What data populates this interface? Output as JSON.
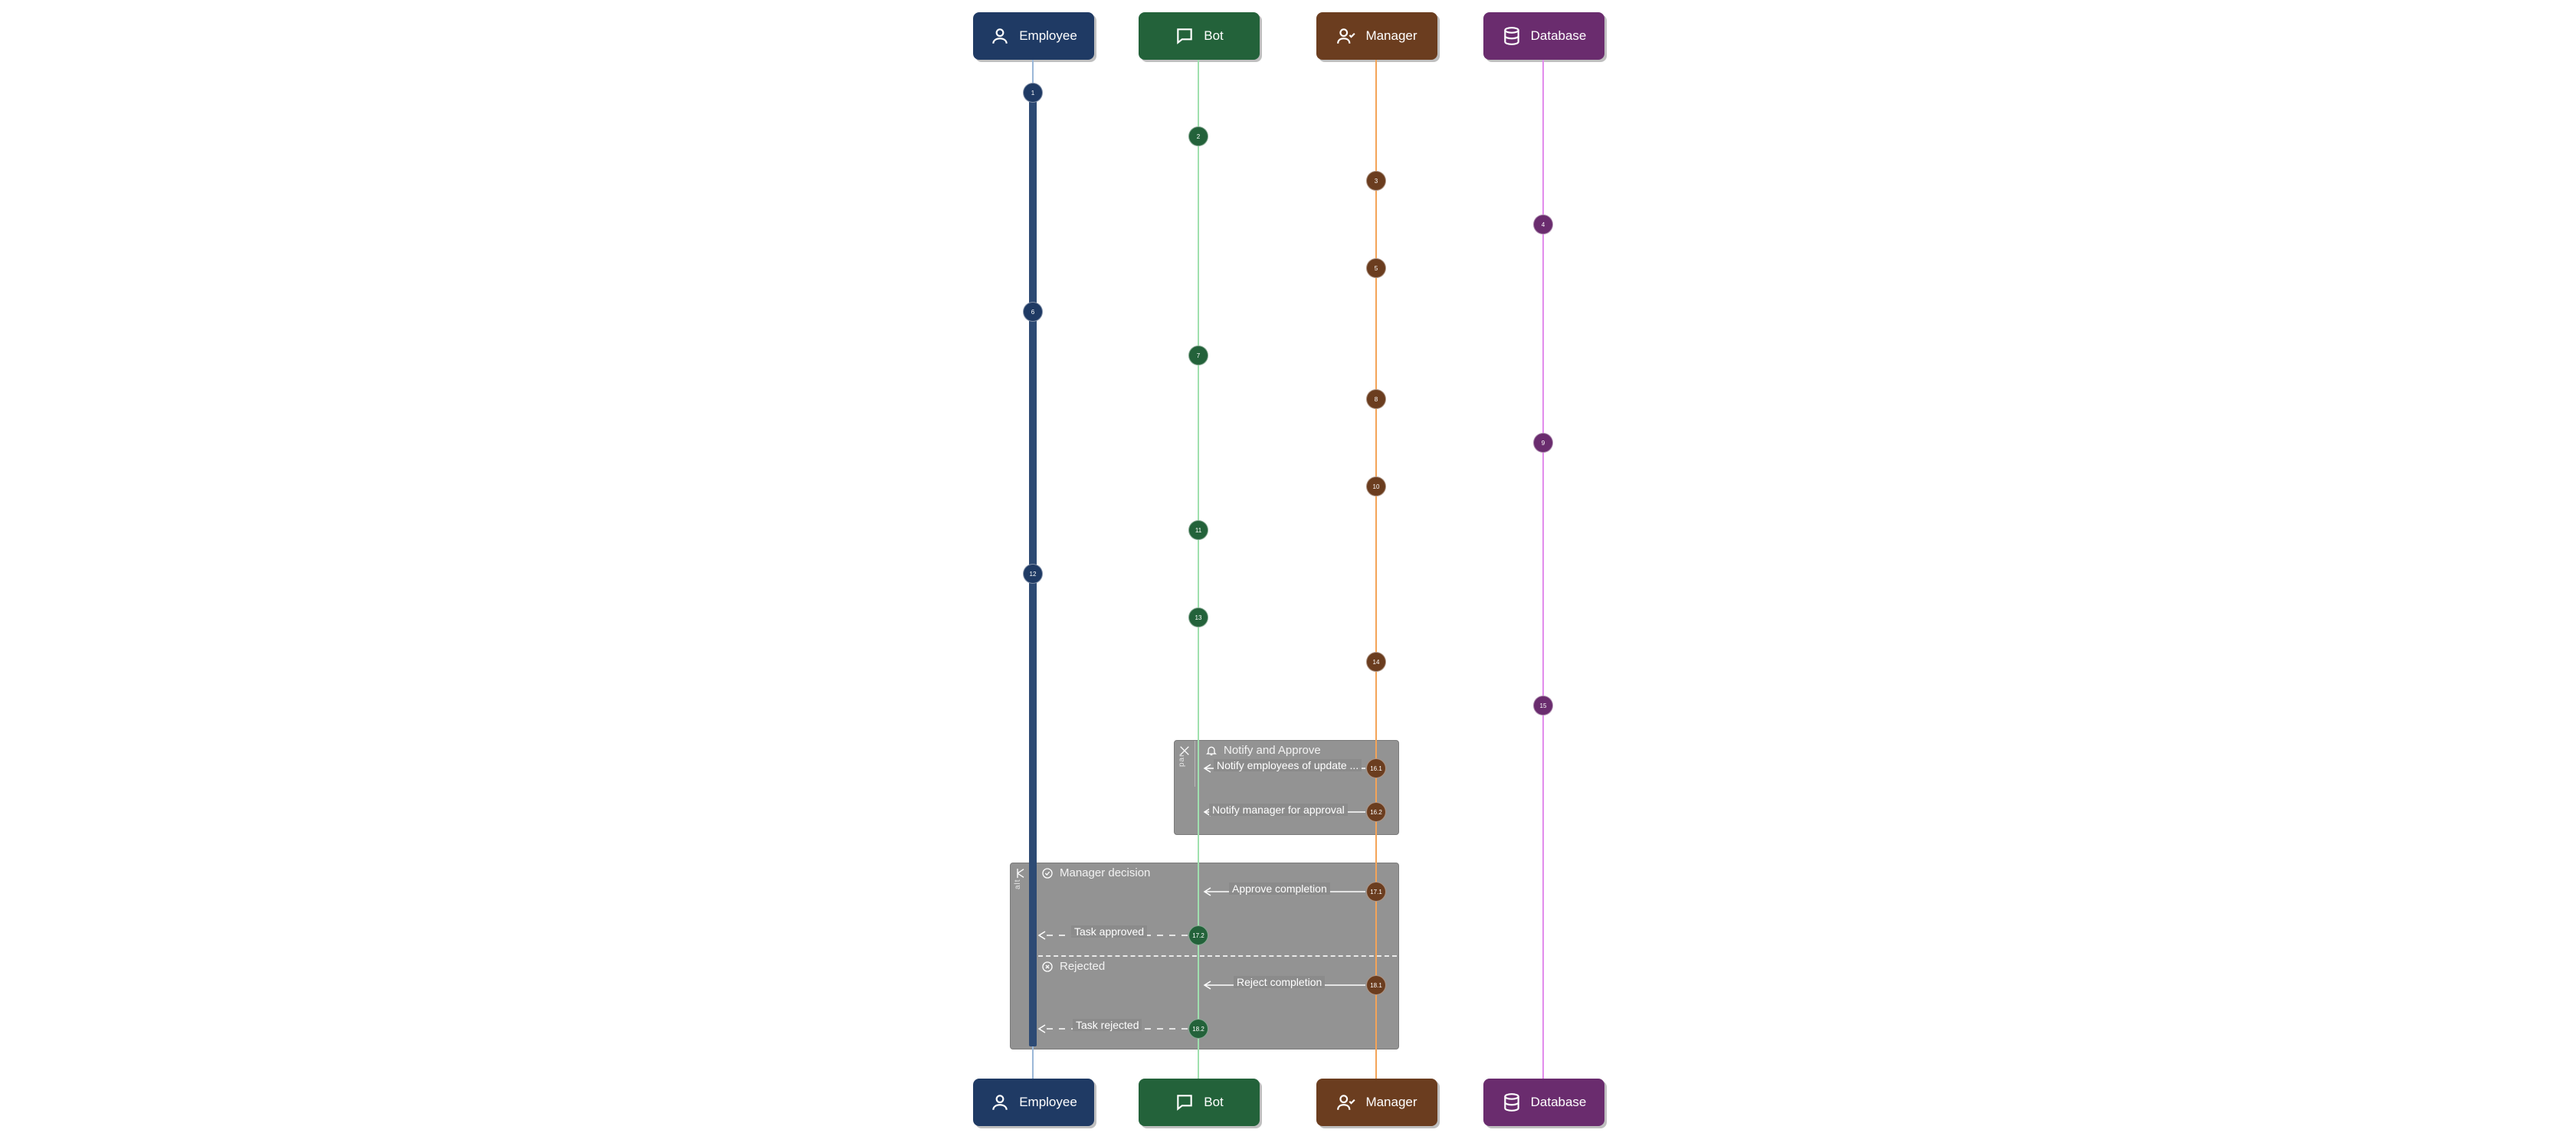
{
  "participants": [
    {
      "id": "employee",
      "label": "Employee",
      "icon": "user-icon",
      "color": "#1f3a64",
      "lifeline": "#9bb7d8"
    },
    {
      "id": "bot",
      "label": "Bot",
      "icon": "chat-bubble-icon",
      "color": "#23623a",
      "lifeline": "#9fe0ae"
    },
    {
      "id": "manager",
      "label": "Manager",
      "icon": "user-check-icon",
      "color": "#6b3d1f",
      "lifeline": "#f3a458"
    },
    {
      "id": "database",
      "label": "Database",
      "icon": "database-icon",
      "color": "#6a2c6e",
      "lifeline": "#e28cec"
    }
  ],
  "markers": [
    {
      "participant": "employee",
      "label": "1"
    },
    {
      "participant": "bot",
      "label": "2"
    },
    {
      "participant": "manager",
      "label": "3"
    },
    {
      "participant": "database",
      "label": "4"
    },
    {
      "participant": "manager",
      "label": "5"
    },
    {
      "participant": "employee",
      "label": "6"
    },
    {
      "participant": "bot",
      "label": "7"
    },
    {
      "participant": "manager",
      "label": "8"
    },
    {
      "participant": "database",
      "label": "9"
    },
    {
      "participant": "manager",
      "label": "10"
    },
    {
      "participant": "bot",
      "label": "11"
    },
    {
      "participant": "employee",
      "label": "12"
    },
    {
      "participant": "bot",
      "label": "13"
    },
    {
      "participant": "manager",
      "label": "14"
    },
    {
      "participant": "database",
      "label": "15"
    },
    {
      "participant": "manager",
      "label": "16.1"
    },
    {
      "participant": "manager",
      "label": "16.2"
    },
    {
      "participant": "manager",
      "label": "17.1"
    },
    {
      "participant": "bot",
      "label": "17.2"
    },
    {
      "participant": "manager",
      "label": "18.1"
    },
    {
      "participant": "bot",
      "label": "18.2"
    }
  ],
  "fragments": {
    "par": {
      "tab": "par",
      "title": "Notify and Approve",
      "title_icon": "bell-icon",
      "messages": [
        {
          "label": "Notify employees of update ...",
          "from": "manager",
          "to": "bot",
          "style": "solid"
        },
        {
          "label": "Notify manager for approval",
          "from": "manager",
          "to": "bot",
          "style": "solid"
        }
      ]
    },
    "alt": {
      "tab": "alt",
      "title": "Manager decision",
      "title_icon": "check-circle-icon",
      "else_title": "Rejected",
      "else_icon": "x-circle-icon",
      "messages": [
        {
          "label": "Approve completion",
          "from": "manager",
          "to": "bot",
          "style": "solid"
        },
        {
          "label": "Task approved",
          "from": "bot",
          "to": "employee",
          "style": "dashed"
        },
        {
          "label": "Reject completion",
          "from": "manager",
          "to": "bot",
          "style": "solid"
        },
        {
          "label": "Task rejected",
          "from": "bot",
          "to": "employee",
          "style": "dashed"
        }
      ]
    }
  }
}
